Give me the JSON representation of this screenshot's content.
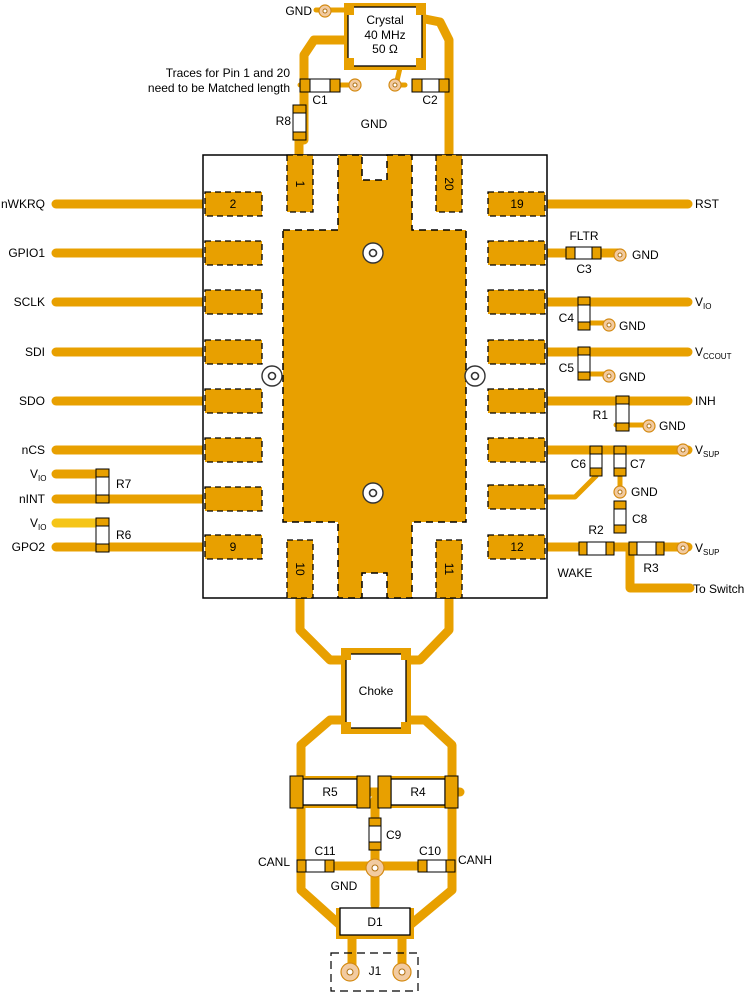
{
  "crystal": {
    "line1": "Crystal",
    "line2": "40 MHz",
    "line3": "50 Ω"
  },
  "note": {
    "line1": "Traces for Pin 1 and 20",
    "line2": "need to be Matched length"
  },
  "gnd": "GND",
  "pins": {
    "p1": "1",
    "p2": "2",
    "p9": "9",
    "p10": "10",
    "p11": "11",
    "p12": "12",
    "p19": "19",
    "p20": "20"
  },
  "left_signals": {
    "nwkrq": "nWKRQ",
    "gpio1": "GPIO1",
    "sclk": "SCLK",
    "sdi": "SDI",
    "sdo": "SDO",
    "ncs": "nCS",
    "vio": "V",
    "vio_sub": "IO",
    "nint": "nINT",
    "gpo2": "GPO2"
  },
  "right_signals": {
    "rst": "RST",
    "fltr": "FLTR",
    "v": "V",
    "io_sub": "IO",
    "ccout_sub": "CCOUT",
    "sup_sub": "SUP",
    "inh": "INH",
    "wake": "WAKE",
    "to_switch": "To Switch"
  },
  "components": {
    "c1": "C1",
    "c2": "C2",
    "c3": "C3",
    "c4": "C4",
    "c5": "C5",
    "c6": "C6",
    "c7": "C7",
    "c8": "C8",
    "c9": "C9",
    "c10": "C10",
    "c11": "C11",
    "r1": "R1",
    "r2": "R2",
    "r3": "R3",
    "r4": "R4",
    "r5": "R5",
    "r6": "R6",
    "r7": "R7",
    "r8": "R8",
    "choke": "Choke",
    "d1": "D1",
    "j1": "J1"
  },
  "can": {
    "canl": "CANL",
    "canh": "CANH"
  },
  "colors": {
    "copper": "#E8A000",
    "vio_trace": "#F5C518",
    "via": "#F2CBA1"
  }
}
